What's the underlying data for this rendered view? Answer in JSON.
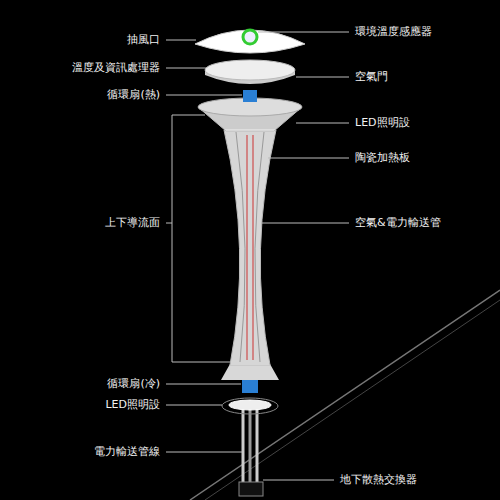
{
  "diagram": {
    "labels": [
      "環境溫度感應器",
      "抽風口",
      "溫度及資訊處理器",
      "空氣門",
      "循環扇(熱)",
      "LED照明設",
      "陶瓷加熱板",
      "上下導流面",
      "空氣&電力輸送管",
      "循環扇(冷)",
      "LED照明設",
      "電力輸送管線",
      "地下散熱交換器"
    ]
  }
}
